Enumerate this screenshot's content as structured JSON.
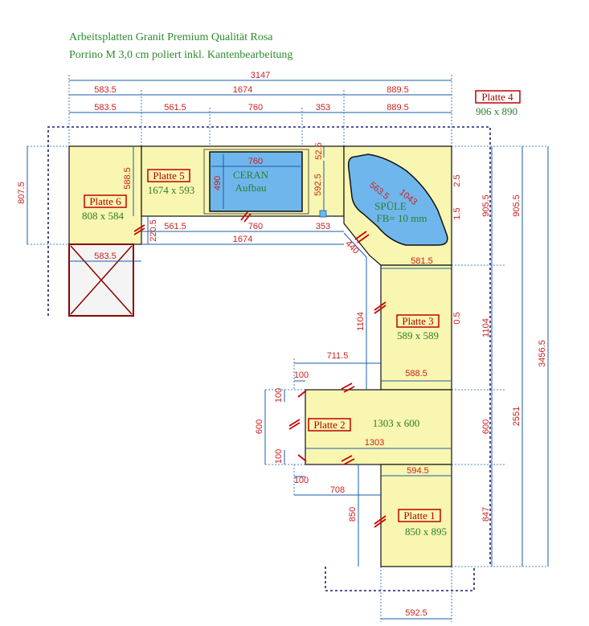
{
  "header": {
    "line1": "Arbeitsplatten Granit Premium Qualität Rosa",
    "line2": "Porrino M 3,0 cm poliert inkl. Kantenbearbeitung"
  },
  "plates": {
    "p1": {
      "label": "Platte 1",
      "size": "850 x 895"
    },
    "p2": {
      "label": "Platte 2",
      "size": "1303 x 600"
    },
    "p3": {
      "label": "Platte 3",
      "size": "589 x 589"
    },
    "p4": {
      "label": "Platte 4",
      "size": "906 x 890"
    },
    "p5": {
      "label": "Platte 5",
      "size": "1674 x 593"
    },
    "p6": {
      "label": "Platte 6",
      "size": "808 x 584"
    }
  },
  "cutouts": {
    "ceran_line1": "CERAN",
    "ceran_line2": "Aufbau",
    "spuele_line1": "SPÜLE",
    "spuele_line2": "FB= 10 mm"
  },
  "dims": {
    "d3147": "3147",
    "d583a": "583.5",
    "d1674a": "1674",
    "d889a": "889.5",
    "d583b": "583.5",
    "d561a": "561.5",
    "d760a": "760",
    "d353a": "353",
    "d889b": "889.5",
    "d760b": "760",
    "d490": "490",
    "d5925": "592.5",
    "d525": "52.5",
    "d5885": "588.5",
    "d8075": "807.5",
    "d2205": "220.5",
    "d561b": "561.5",
    "d760c": "760",
    "d1674b": "1674",
    "d353b": "353",
    "d583c": "583.5",
    "d5635": "563.5",
    "d1043": "1043",
    "d25": "2.5",
    "d15": "1.5",
    "d440": "440",
    "d5815": "581.5",
    "d05": "0.5",
    "d1104a": "1104",
    "d7115": "711.5",
    "d5885b": "588.5",
    "d100a": "100",
    "d100b": "100",
    "d600a": "600",
    "d1303": "1303",
    "d100c": "100",
    "d100d": "100",
    "d708": "708",
    "d5945": "594.5",
    "d850": "850",
    "d5925b": "592.5",
    "d9055a": "905.5",
    "d9055b": "905.5",
    "d1104b": "1104",
    "d600b": "600",
    "d847": "847",
    "d2551": "2551",
    "d34565": "3456.5"
  }
}
